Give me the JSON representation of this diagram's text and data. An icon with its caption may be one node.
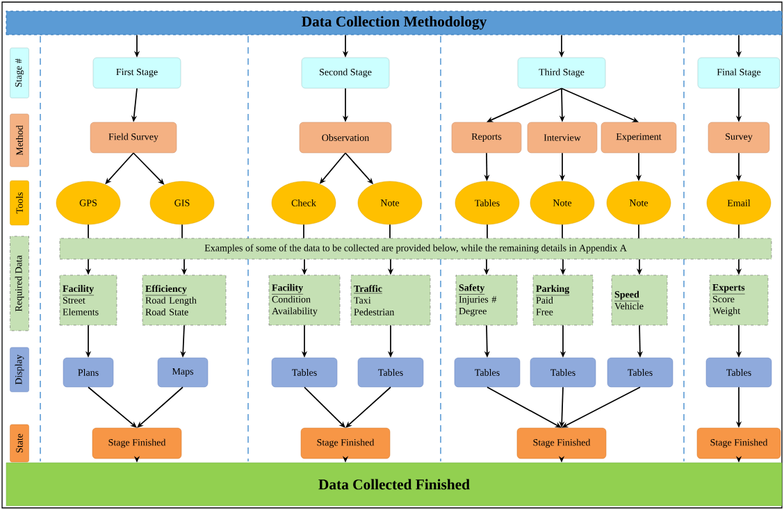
{
  "diagram": {
    "nodes": [
      {
        "text": [
          "Data Collection Methodology"
        ]
      },
      {
        "text": [
          "Data Collected Finished"
        ]
      },
      {
        "text": [
          "Stage #"
        ]
      },
      {
        "text": [
          "Method"
        ]
      },
      {
        "text": [
          "Tools"
        ]
      },
      {
        "text": [
          "Required Data"
        ]
      },
      {
        "text": [
          "Display"
        ]
      },
      {
        "text": [
          "State"
        ]
      },
      {
        "text": [
          "Examples of some of the data to be collected are provided below, while the remaining details in Appendix A"
        ]
      },
      {
        "text": [
          "First Stage"
        ]
      },
      {
        "text": [
          "Field  Survey"
        ]
      },
      {
        "text": [
          "GPS"
        ]
      },
      {
        "text": [
          "GIS"
        ]
      },
      {
        "text": [
          "Facility",
          "Street",
          "Elements"
        ]
      },
      {
        "text": [
          "Efficiency",
          "Road Length",
          "Road State"
        ]
      },
      {
        "text": [
          "Plans"
        ]
      },
      {
        "text": [
          "Maps"
        ]
      },
      {
        "text": [
          "Stage Finished"
        ]
      },
      {
        "text": [
          "Second Stage"
        ]
      },
      {
        "text": [
          "Observation"
        ]
      },
      {
        "text": [
          "Check"
        ]
      },
      {
        "text": [
          "Note"
        ]
      },
      {
        "text": [
          "Facility",
          "Condition",
          "Availability"
        ]
      },
      {
        "text": [
          "Traffic",
          "Taxi",
          "Pedestrian"
        ]
      },
      {
        "text": [
          "Tables"
        ]
      },
      {
        "text": [
          "Tables"
        ]
      },
      {
        "text": [
          "Stage Finished"
        ]
      },
      {
        "text": [
          "Third Stage"
        ]
      },
      {
        "text": [
          "Reports"
        ]
      },
      {
        "text": [
          "Interview"
        ]
      },
      {
        "text": [
          "Experiment"
        ]
      },
      {
        "text": [
          "Tables"
        ]
      },
      {
        "text": [
          "Note"
        ]
      },
      {
        "text": [
          "Note"
        ]
      },
      {
        "text": [
          "Safety",
          "Injuries #",
          "Degree"
        ]
      },
      {
        "text": [
          "Parking",
          "Paid",
          "Free"
        ]
      },
      {
        "text": [
          "Speed",
          "Vehicle"
        ]
      },
      {
        "text": [
          "Tables"
        ]
      },
      {
        "text": [
          "Tables"
        ]
      },
      {
        "text": [
          "Tables"
        ]
      },
      {
        "text": [
          "Stage Finished"
        ]
      },
      {
        "text": [
          "Final Stage"
        ]
      },
      {
        "text": [
          "Survey"
        ]
      },
      {
        "text": [
          "Email"
        ]
      },
      {
        "text": [
          "Experts",
          "Score",
          "Weight"
        ]
      },
      {
        "text": [
          "Tables"
        ]
      },
      {
        "text": [
          "Stage  Finished"
        ]
      }
    ],
    "edges": [
      {
        "from": 0,
        "to": 9,
        "arrow": "to"
      },
      {
        "from": 0,
        "to": 18,
        "arrow": "to"
      },
      {
        "from": 0,
        "to": 27,
        "arrow": "to"
      },
      {
        "from": 0,
        "to": 41,
        "arrow": "to"
      },
      {
        "from": 9,
        "to": 10,
        "arrow": "to"
      },
      {
        "from": 10,
        "to": 11,
        "arrow": "to"
      },
      {
        "from": 10,
        "to": 12,
        "arrow": "to"
      },
      {
        "from": 11,
        "to": 8,
        "arrow": "none"
      },
      {
        "from": 12,
        "to": 8,
        "arrow": "none"
      },
      {
        "from": 8,
        "to": 13,
        "arrow": "to"
      },
      {
        "from": 8,
        "to": 14,
        "arrow": "to"
      },
      {
        "from": 13,
        "to": 15,
        "arrow": "to"
      },
      {
        "from": 14,
        "to": 16,
        "arrow": "to"
      },
      {
        "from": 15,
        "to": 17,
        "arrow": "to"
      },
      {
        "from": 16,
        "to": 17,
        "arrow": "to"
      },
      {
        "from": 17,
        "to": 1,
        "arrow": "to"
      },
      {
        "from": 18,
        "to": 19,
        "arrow": "to"
      },
      {
        "from": 19,
        "to": 20,
        "arrow": "to"
      },
      {
        "from": 19,
        "to": 21,
        "arrow": "to"
      },
      {
        "from": 20,
        "to": 8,
        "arrow": "none"
      },
      {
        "from": 21,
        "to": 8,
        "arrow": "none"
      },
      {
        "from": 8,
        "to": 22,
        "arrow": "to"
      },
      {
        "from": 8,
        "to": 23,
        "arrow": "to"
      },
      {
        "from": 22,
        "to": 24,
        "arrow": "to"
      },
      {
        "from": 23,
        "to": 25,
        "arrow": "to"
      },
      {
        "from": 24,
        "to": 26,
        "arrow": "to"
      },
      {
        "from": 25,
        "to": 26,
        "arrow": "to"
      },
      {
        "from": 26,
        "to": 1,
        "arrow": "to"
      },
      {
        "from": 27,
        "to": 28,
        "arrow": "to"
      },
      {
        "from": 27,
        "to": 29,
        "arrow": "to"
      },
      {
        "from": 27,
        "to": 30,
        "arrow": "to"
      },
      {
        "from": 28,
        "to": 31,
        "arrow": "to"
      },
      {
        "from": 29,
        "to": 32,
        "arrow": "to"
      },
      {
        "from": 30,
        "to": 33,
        "arrow": "to"
      },
      {
        "from": 31,
        "to": 8,
        "arrow": "none"
      },
      {
        "from": 32,
        "to": 8,
        "arrow": "none"
      },
      {
        "from": 33,
        "to": 8,
        "arrow": "none"
      },
      {
        "from": 8,
        "to": 34,
        "arrow": "to"
      },
      {
        "from": 8,
        "to": 35,
        "arrow": "to"
      },
      {
        "from": 8,
        "to": 36,
        "arrow": "to"
      },
      {
        "from": 34,
        "to": 37,
        "arrow": "to"
      },
      {
        "from": 35,
        "to": 38,
        "arrow": "to"
      },
      {
        "from": 36,
        "to": 39,
        "arrow": "to"
      },
      {
        "from": 37,
        "to": 40,
        "arrow": "to"
      },
      {
        "from": 38,
        "to": 40,
        "arrow": "to"
      },
      {
        "from": 39,
        "to": 40,
        "arrow": "to"
      },
      {
        "from": 40,
        "to": 1,
        "arrow": "to"
      },
      {
        "from": 41,
        "to": 42,
        "arrow": "to"
      },
      {
        "from": 42,
        "to": 43,
        "arrow": "to"
      },
      {
        "from": 43,
        "to": 8,
        "arrow": "none"
      },
      {
        "from": 8,
        "to": 44,
        "arrow": "to"
      },
      {
        "from": 44,
        "to": 45,
        "arrow": "to"
      },
      {
        "from": 45,
        "to": 46,
        "arrow": "to"
      },
      {
        "from": 46,
        "to": 1,
        "arrow": "to"
      }
    ]
  }
}
